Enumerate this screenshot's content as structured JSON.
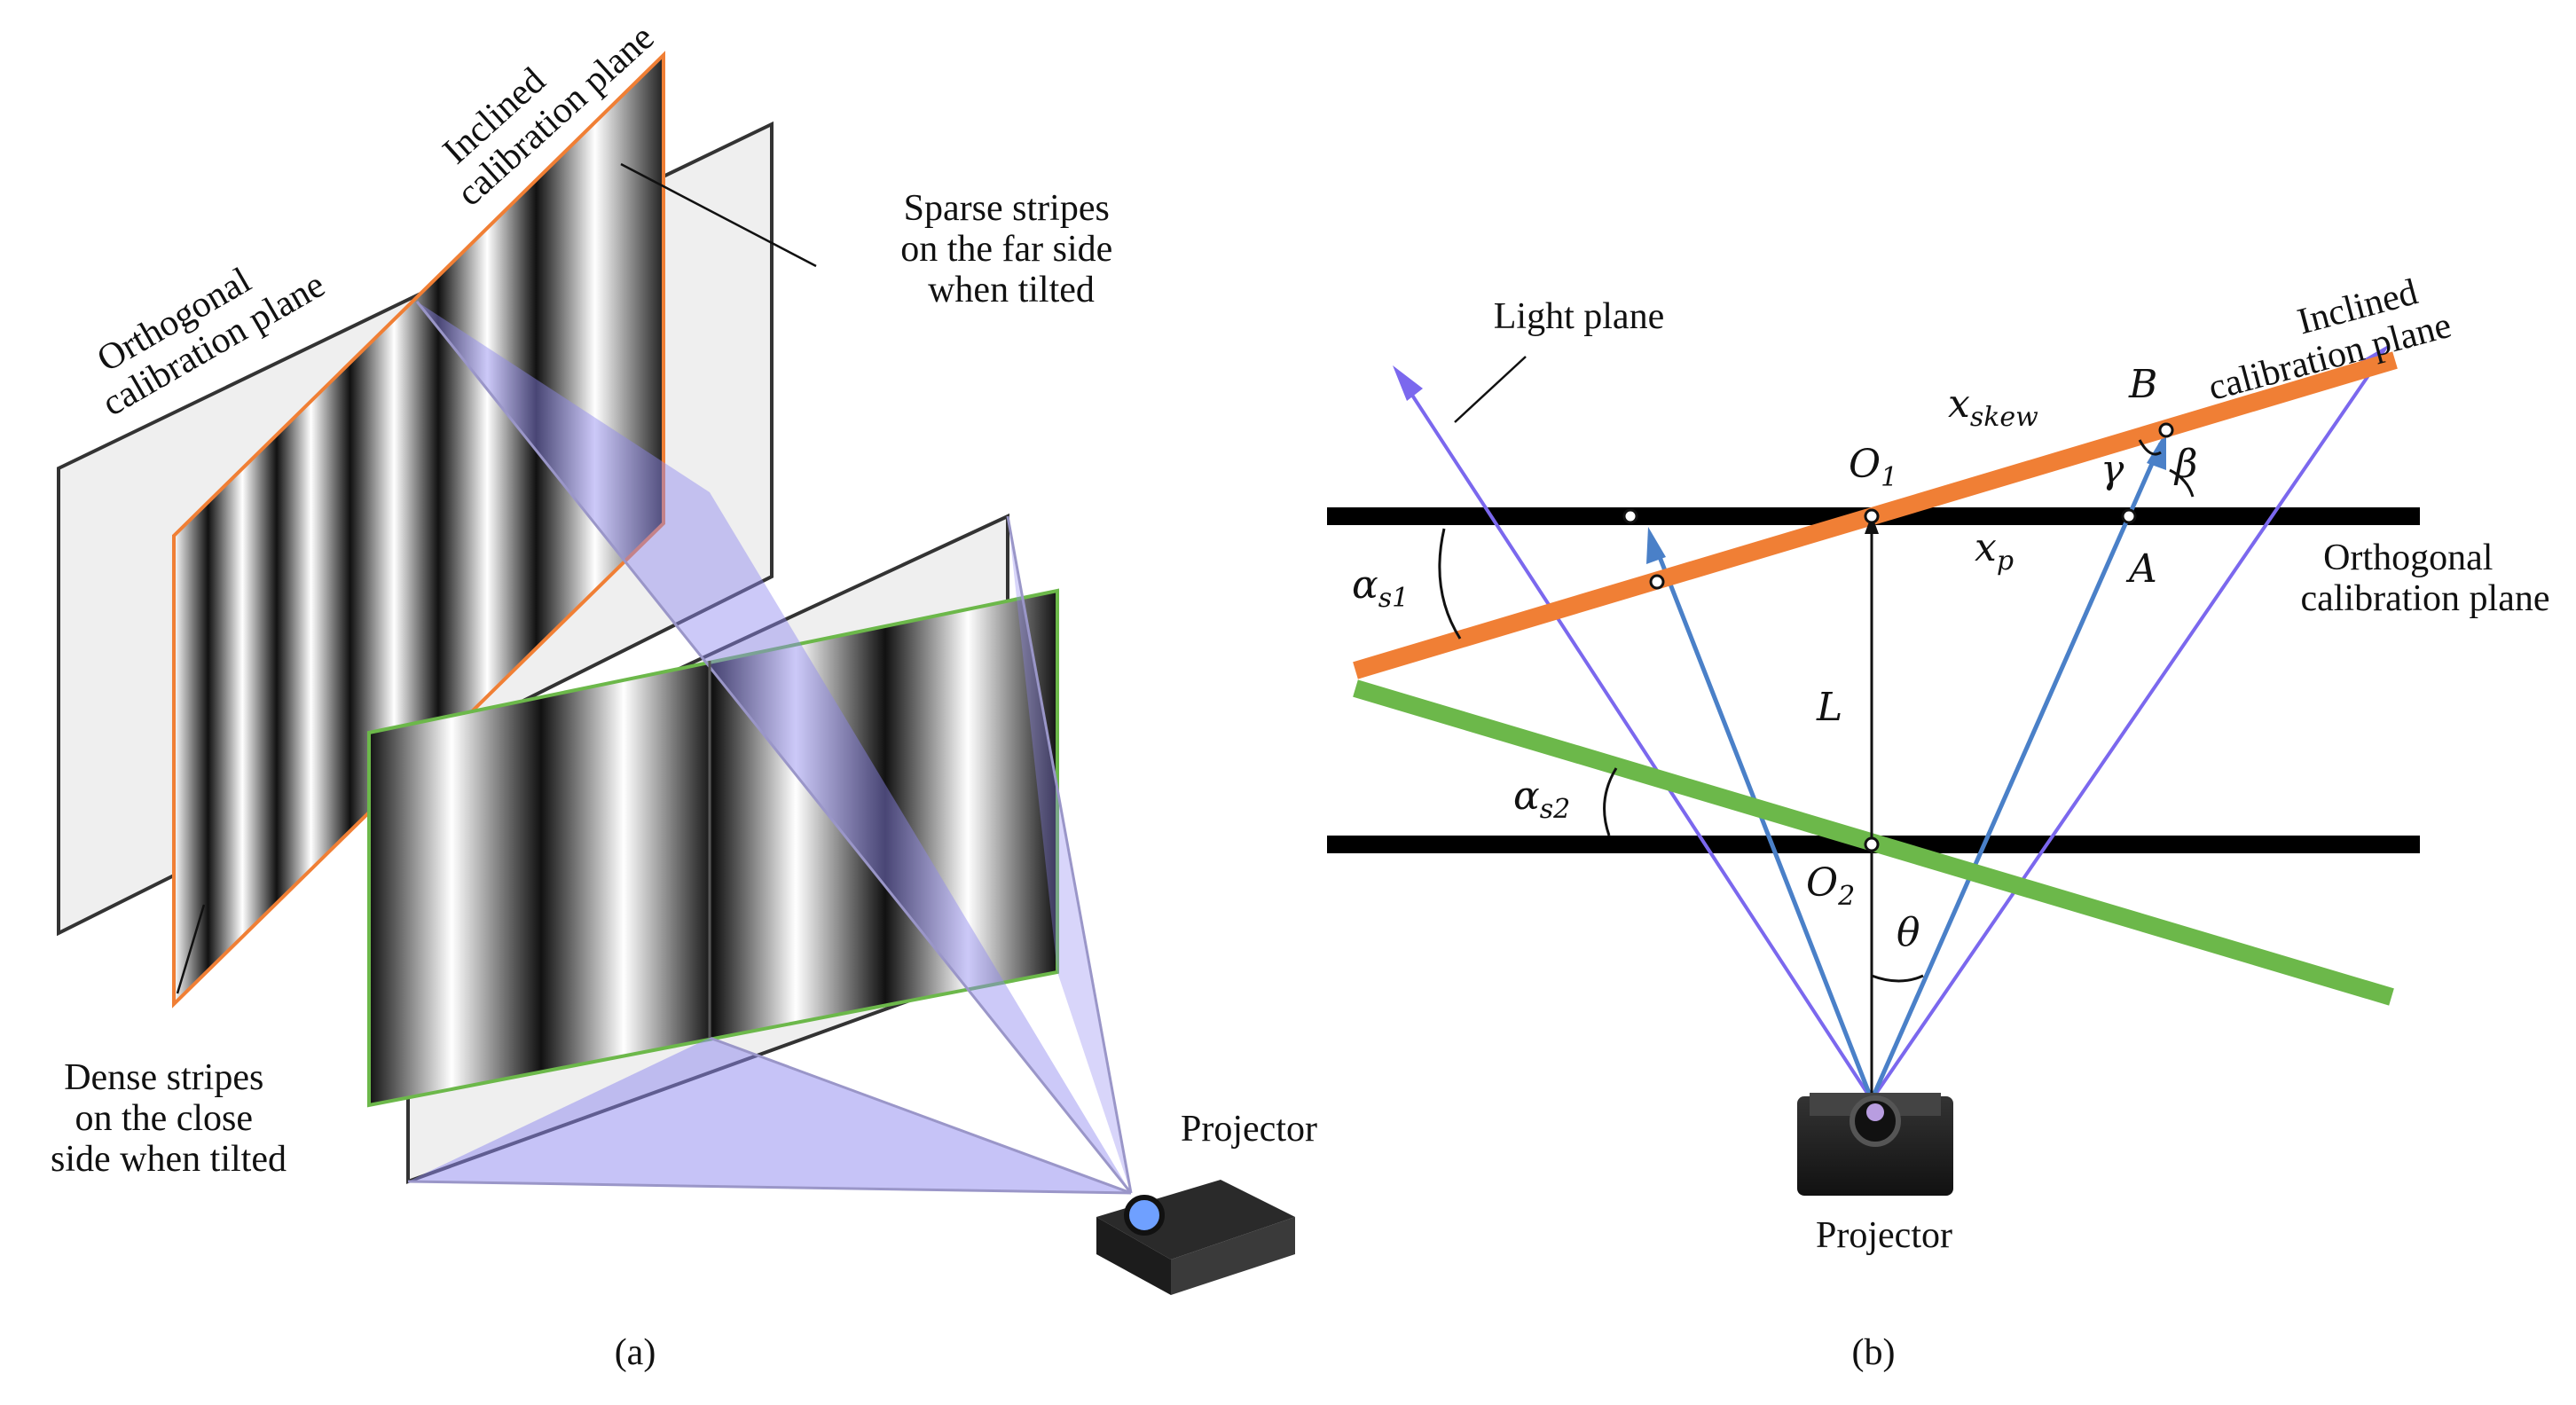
{
  "panel_a": {
    "caption": "(a)",
    "orthogonal_plane_label": [
      "Orthogonal",
      "calibration plane"
    ],
    "inclined_plane_label": [
      "Inclined",
      "calibration plane"
    ],
    "sparse_label": [
      "Sparse stripes",
      "on the far side",
      "when tilted"
    ],
    "dense_label": [
      "Dense stripes",
      "on the close",
      "side when tilted"
    ],
    "projector_label": "Projector"
  },
  "panel_b": {
    "caption": "(b)",
    "light_plane_label": "Light plane",
    "inclined_plane_label": [
      "Inclined",
      "calibration plane"
    ],
    "orthogonal_plane_label": [
      "Orthogonal",
      "calibration plane"
    ],
    "projector_label": "Projector",
    "symbols": {
      "x_skew": "x",
      "x_skew_sub": "skew",
      "B": "B",
      "O1": "O",
      "O1_sub": "1",
      "gamma": "γ",
      "beta": "β",
      "x_p": "x",
      "x_p_sub": "p",
      "A": "A",
      "alpha_s1": "α",
      "alpha_s1_sub": "s1",
      "L": "L",
      "alpha_s2": "α",
      "alpha_s2_sub": "s2",
      "O2": "O",
      "O2_sub": "2",
      "theta": "θ"
    }
  },
  "colors": {
    "light_ray": "#7b68ee",
    "blue_ray": "#4a80c8",
    "inclined_plane": "#f07f35",
    "green_plane": "#6cb84a",
    "projection_fill": "#8e88f0",
    "plane_fill": "#efefef"
  }
}
